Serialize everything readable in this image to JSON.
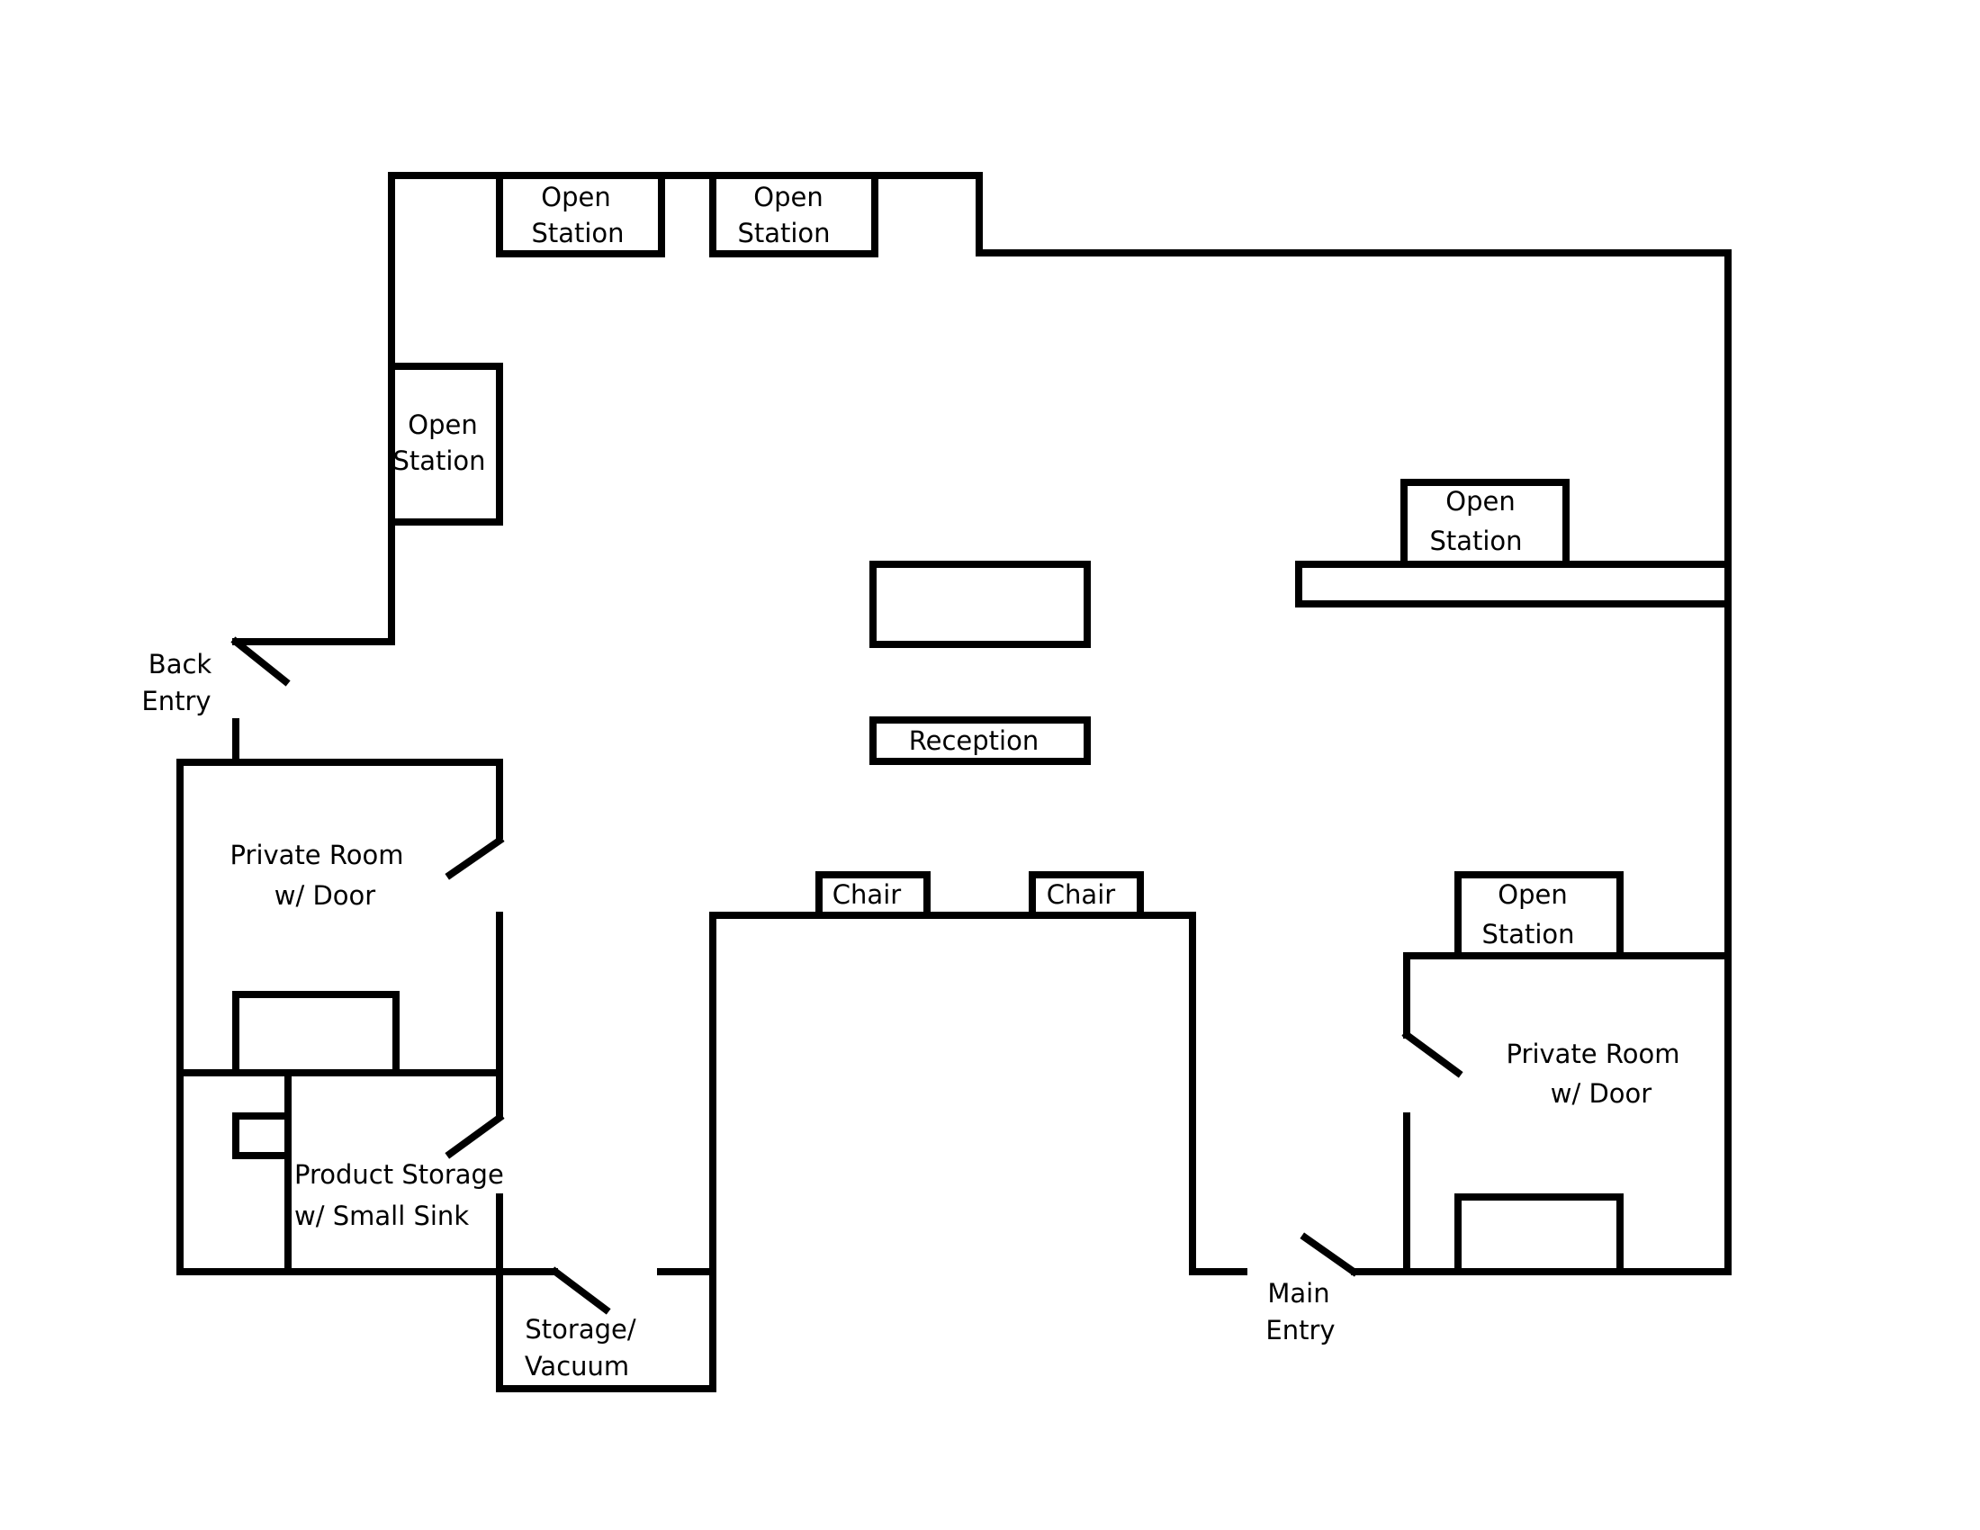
{
  "labels": {
    "open_station": [
      "Open",
      "Station"
    ],
    "back_entry": [
      "Back",
      "Entry"
    ],
    "reception": "Reception",
    "chair": "Chair",
    "private_room": [
      "Private Room",
      "w/ Door"
    ],
    "product_storage": [
      "Product Storage",
      "w/ Small Sink"
    ],
    "storage_vacuum": [
      "Storage/",
      "Vacuum"
    ],
    "main_entry": [
      "Main",
      "Entry"
    ]
  },
  "colors": {
    "wall": "#000000",
    "background": "#ffffff"
  }
}
